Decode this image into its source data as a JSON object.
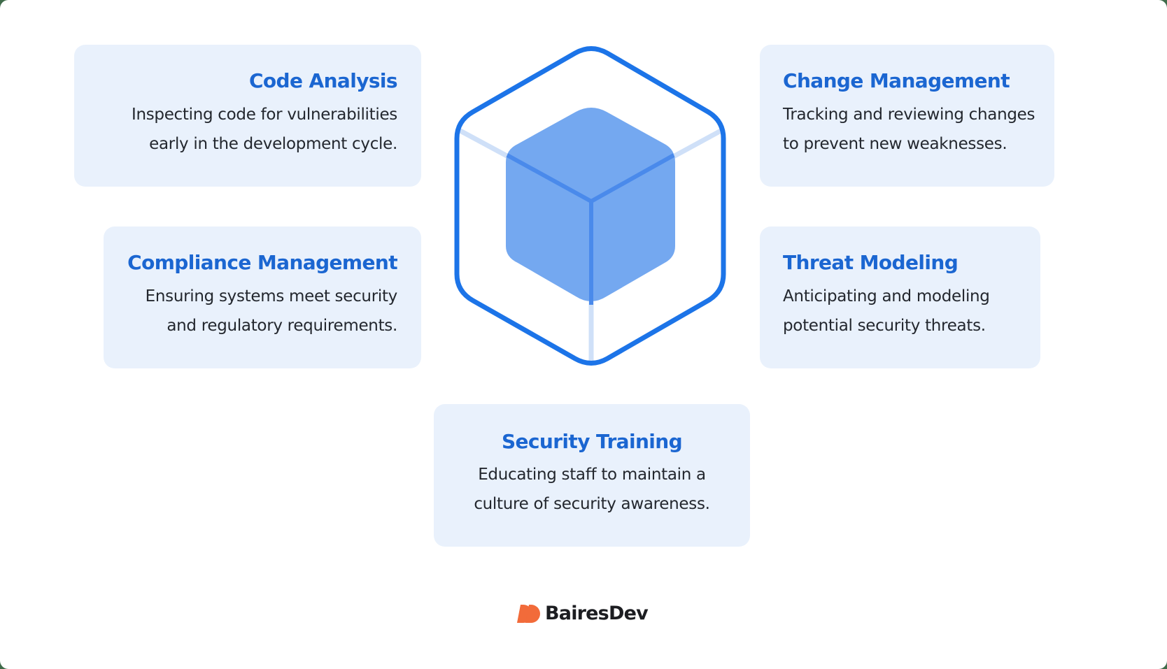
{
  "diagram": {
    "center_graphic": "hexagon-cube-icon",
    "colors": {
      "card_background": "#e9f1fc",
      "title": "#1b66d1",
      "body_text": "#23272e",
      "hexagon_stroke": "#1c74e8",
      "cube_fill": "#74a8f0",
      "cube_edges": "#4a8aeb",
      "guide_lines": "#cfe0f8",
      "brand_orange": "#f26b3a"
    },
    "cards": [
      {
        "id": "code-analysis",
        "title": "Code Analysis",
        "lines": [
          "Inspecting code for vulnerabilities",
          "early in the development cycle."
        ]
      },
      {
        "id": "change-management",
        "title": "Change Management",
        "lines": [
          "Tracking and reviewing changes",
          "to prevent new weaknesses."
        ]
      },
      {
        "id": "compliance-management",
        "title": "Compliance Management",
        "lines": [
          "Ensuring systems meet security",
          "and regulatory requirements."
        ]
      },
      {
        "id": "threat-modeling",
        "title": "Threat Modeling",
        "lines": [
          "Anticipating and modeling",
          "potential security threats."
        ]
      },
      {
        "id": "security-training",
        "title": "Security Training",
        "lines": [
          "Educating staff to maintain a",
          "culture of security awareness."
        ]
      }
    ]
  },
  "brand": {
    "name": "BairesDev",
    "icon": "bairesdev-logo-icon"
  }
}
